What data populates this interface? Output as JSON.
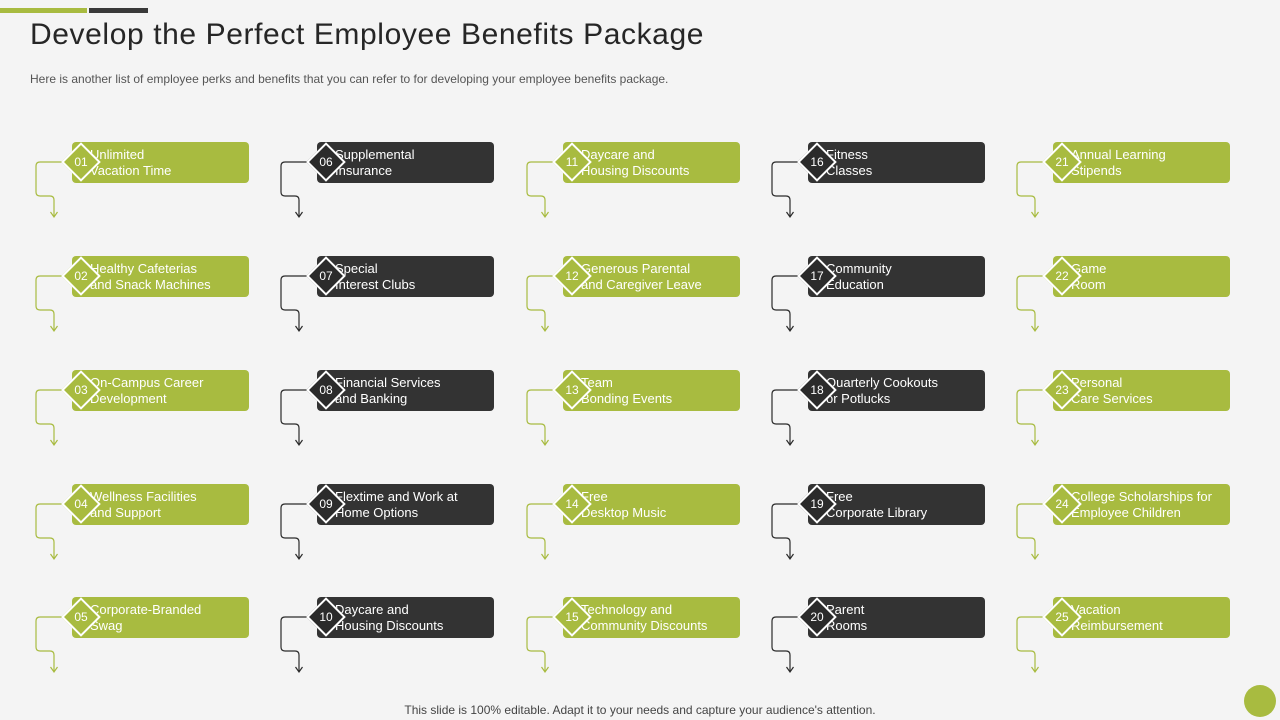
{
  "title": "Develop the Perfect Employee Benefits Package",
  "subtitle": "Here is another list of employee perks and benefits that you can refer to for developing your employee benefits package.",
  "footer": "This slide is 100% editable. Adapt it to your needs and capture your audience's attention.",
  "colors": {
    "accent_green": "#a8bb40",
    "dark": "#333333",
    "background": "#f4f4f4"
  },
  "columns": [
    {
      "style": "green",
      "items": [
        {
          "number": "01",
          "label": "Unlimited\nVacation Time"
        },
        {
          "number": "02",
          "label": "Healthy Cafeterias\nand Snack Machines"
        },
        {
          "number": "03",
          "label": "On-Campus Career\nDevelopment"
        },
        {
          "number": "04",
          "label": "Wellness Facilities\nand Support"
        },
        {
          "number": "05",
          "label": "Corporate-Branded\nSwag"
        }
      ]
    },
    {
      "style": "dark",
      "items": [
        {
          "number": "06",
          "label": "Supplemental\nInsurance"
        },
        {
          "number": "07",
          "label": "Special\nInterest Clubs"
        },
        {
          "number": "08",
          "label": "Financial Services\nand Banking"
        },
        {
          "number": "09",
          "label": "Flextime and Work at\nHome Options"
        },
        {
          "number": "10",
          "label": "Daycare and\nHousing Discounts"
        }
      ]
    },
    {
      "style": "green",
      "items": [
        {
          "number": "11",
          "label": "Daycare and\nHousing Discounts"
        },
        {
          "number": "12",
          "label": "Generous Parental\nand Caregiver  Leave"
        },
        {
          "number": "13",
          "label": "Team\nBonding Events"
        },
        {
          "number": "14",
          "label": "Free\nDesktop Music"
        },
        {
          "number": "15",
          "label": "Technology  and\nCommunity Discounts"
        }
      ]
    },
    {
      "style": "dark",
      "items": [
        {
          "number": "16",
          "label": "Fitness\nClasses"
        },
        {
          "number": "17",
          "label": "Community\nEducation"
        },
        {
          "number": "18",
          "label": "Quarterly Cookouts\nor Potlucks"
        },
        {
          "number": "19",
          "label": "Free\nCorporate  Library"
        },
        {
          "number": "20",
          "label": "Parent\nRooms"
        }
      ]
    },
    {
      "style": "green",
      "items": [
        {
          "number": "21",
          "label": "Annual Learning\nStipends"
        },
        {
          "number": "22",
          "label": "Game\nRoom"
        },
        {
          "number": "23",
          "label": "Personal\nCare Services"
        },
        {
          "number": "24",
          "label": "College Scholarships for\nEmployee Children"
        },
        {
          "number": "25",
          "label": "Vacation\nReimbursement"
        }
      ]
    }
  ]
}
